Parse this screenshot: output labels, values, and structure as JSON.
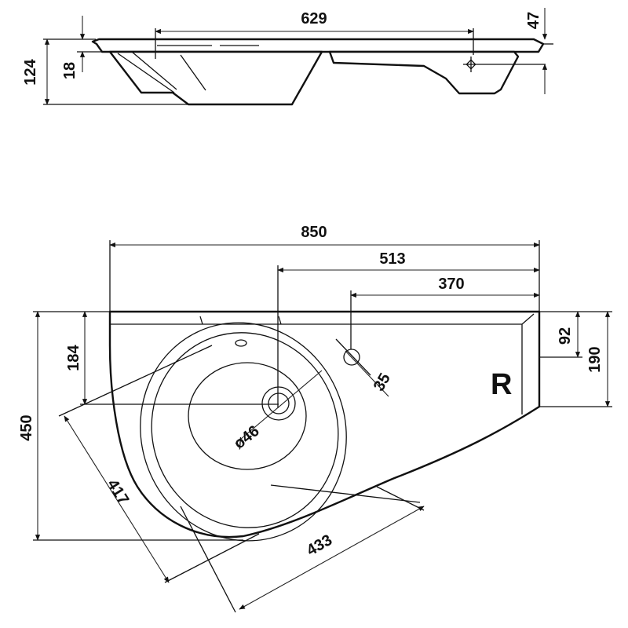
{
  "side_view": {
    "dims": {
      "width_629": "629",
      "height_124": "124",
      "thickness_18": "18",
      "offset_47": "47"
    }
  },
  "top_view": {
    "dims": {
      "width_850": "850",
      "width_513": "513",
      "width_370": "370",
      "depth_450": "450",
      "depth_184": "184",
      "depth_190": "190",
      "depth_92": "92",
      "hole_35": "35",
      "drain_46": "ø46",
      "bowl_417": "417",
      "bowl_433": "433"
    },
    "orientation_mark": "R"
  }
}
